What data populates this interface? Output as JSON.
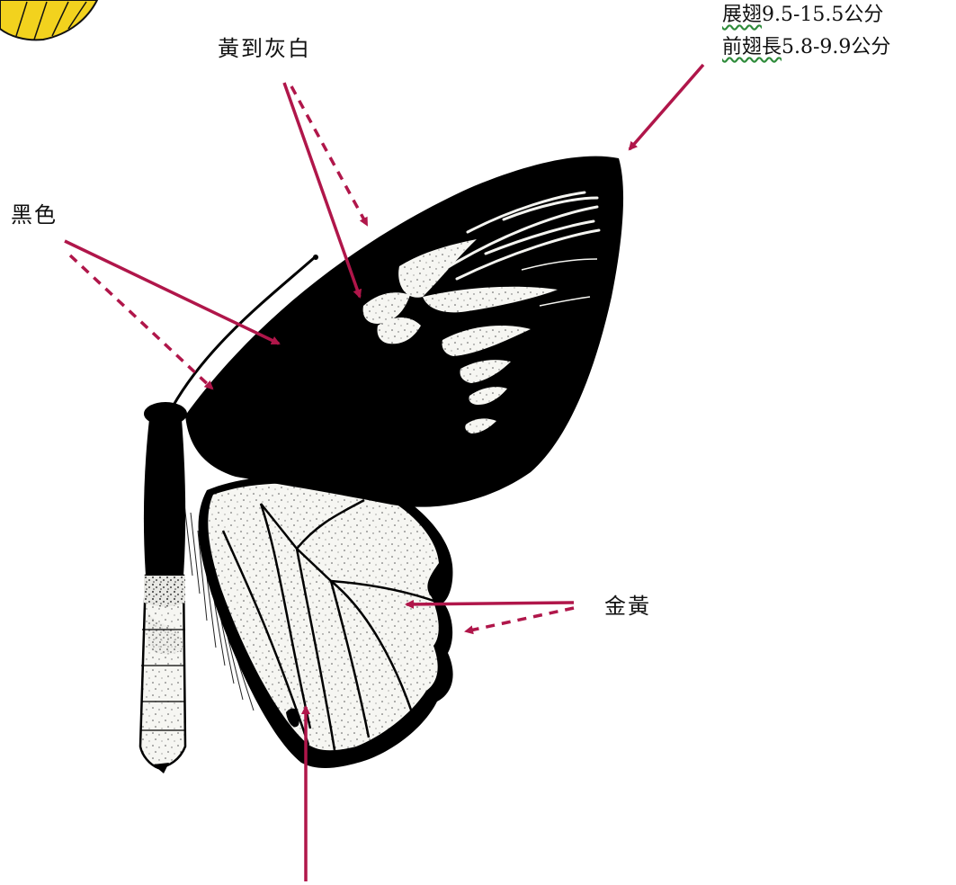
{
  "labels": {
    "yellow_to_grayish_white": "黃到灰白",
    "black": "黑色",
    "golden_yellow": "金黃"
  },
  "measurements": {
    "wingspan_term": "展翅",
    "wingspan_value": "9.5-15.5公分",
    "forewing_term": "前翅長",
    "forewing_value": "5.8-9.9公分"
  },
  "colors": {
    "arrow": "#b0164a",
    "wing_black": "#000000",
    "wing_light": "#f4f4f0",
    "spelling_underline": "#2e8b3a",
    "corner_yellow": "#f2d21e"
  }
}
